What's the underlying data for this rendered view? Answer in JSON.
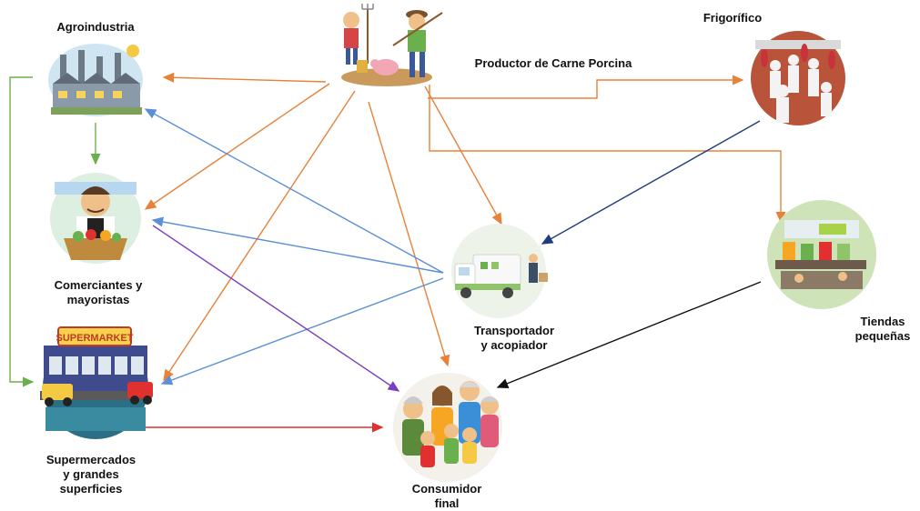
{
  "nodes": {
    "agroindustria": {
      "label": "Agroindustria"
    },
    "productor": {
      "label": "Productor de Carne Porcina"
    },
    "frigorifico": {
      "label": "Frigorífico"
    },
    "comerciantes": {
      "label_line1": "Comerciantes y",
      "label_line2": "mayoristas"
    },
    "transportador": {
      "label_line1": "Transportador",
      "label_line2": "y acopiador"
    },
    "tiendas": {
      "label_line1": "Tiendas",
      "label_line2": "pequeñas"
    },
    "supermercados": {
      "label_line1": "Supermercados",
      "label_line2": "y grandes",
      "label_line3": "superficies",
      "sign_text": "SUPERMARKET"
    },
    "consumidor": {
      "label_line1": "Consumidor",
      "label_line2": "final"
    }
  },
  "edges": [
    {
      "from": "productor",
      "to": "agroindustria",
      "color": "#e8823a"
    },
    {
      "from": "productor",
      "to": "comerciantes",
      "color": "#e8823a"
    },
    {
      "from": "productor",
      "to": "supermercados",
      "color": "#e8823a"
    },
    {
      "from": "productor",
      "to": "consumidor",
      "color": "#e8823a"
    },
    {
      "from": "productor",
      "to": "transportador",
      "color": "#e8823a"
    },
    {
      "from": "productor",
      "to": "frigorifico",
      "color": "#e8823a"
    },
    {
      "from": "productor",
      "to": "tiendas",
      "color": "#e8823a"
    },
    {
      "from": "transportador",
      "to": "agroindustria",
      "color": "#5b8fd6"
    },
    {
      "from": "transportador",
      "to": "comerciantes",
      "color": "#5b8fd6"
    },
    {
      "from": "transportador",
      "to": "supermercados",
      "color": "#5b8fd6"
    },
    {
      "from": "frigorifico",
      "to": "transportador",
      "color": "#1f3d7a"
    },
    {
      "from": "comerciantes",
      "to": "consumidor",
      "color": "#7b3fbf"
    },
    {
      "from": "supermercados",
      "to": "consumidor",
      "color": "#e03030"
    },
    {
      "from": "tiendas",
      "to": "consumidor",
      "color": "#111111"
    },
    {
      "from": "agroindustria",
      "to": "comerciantes",
      "color": "#6ab04c"
    },
    {
      "from": "agroindustria",
      "to": "supermercados",
      "color": "#6ab04c"
    }
  ]
}
